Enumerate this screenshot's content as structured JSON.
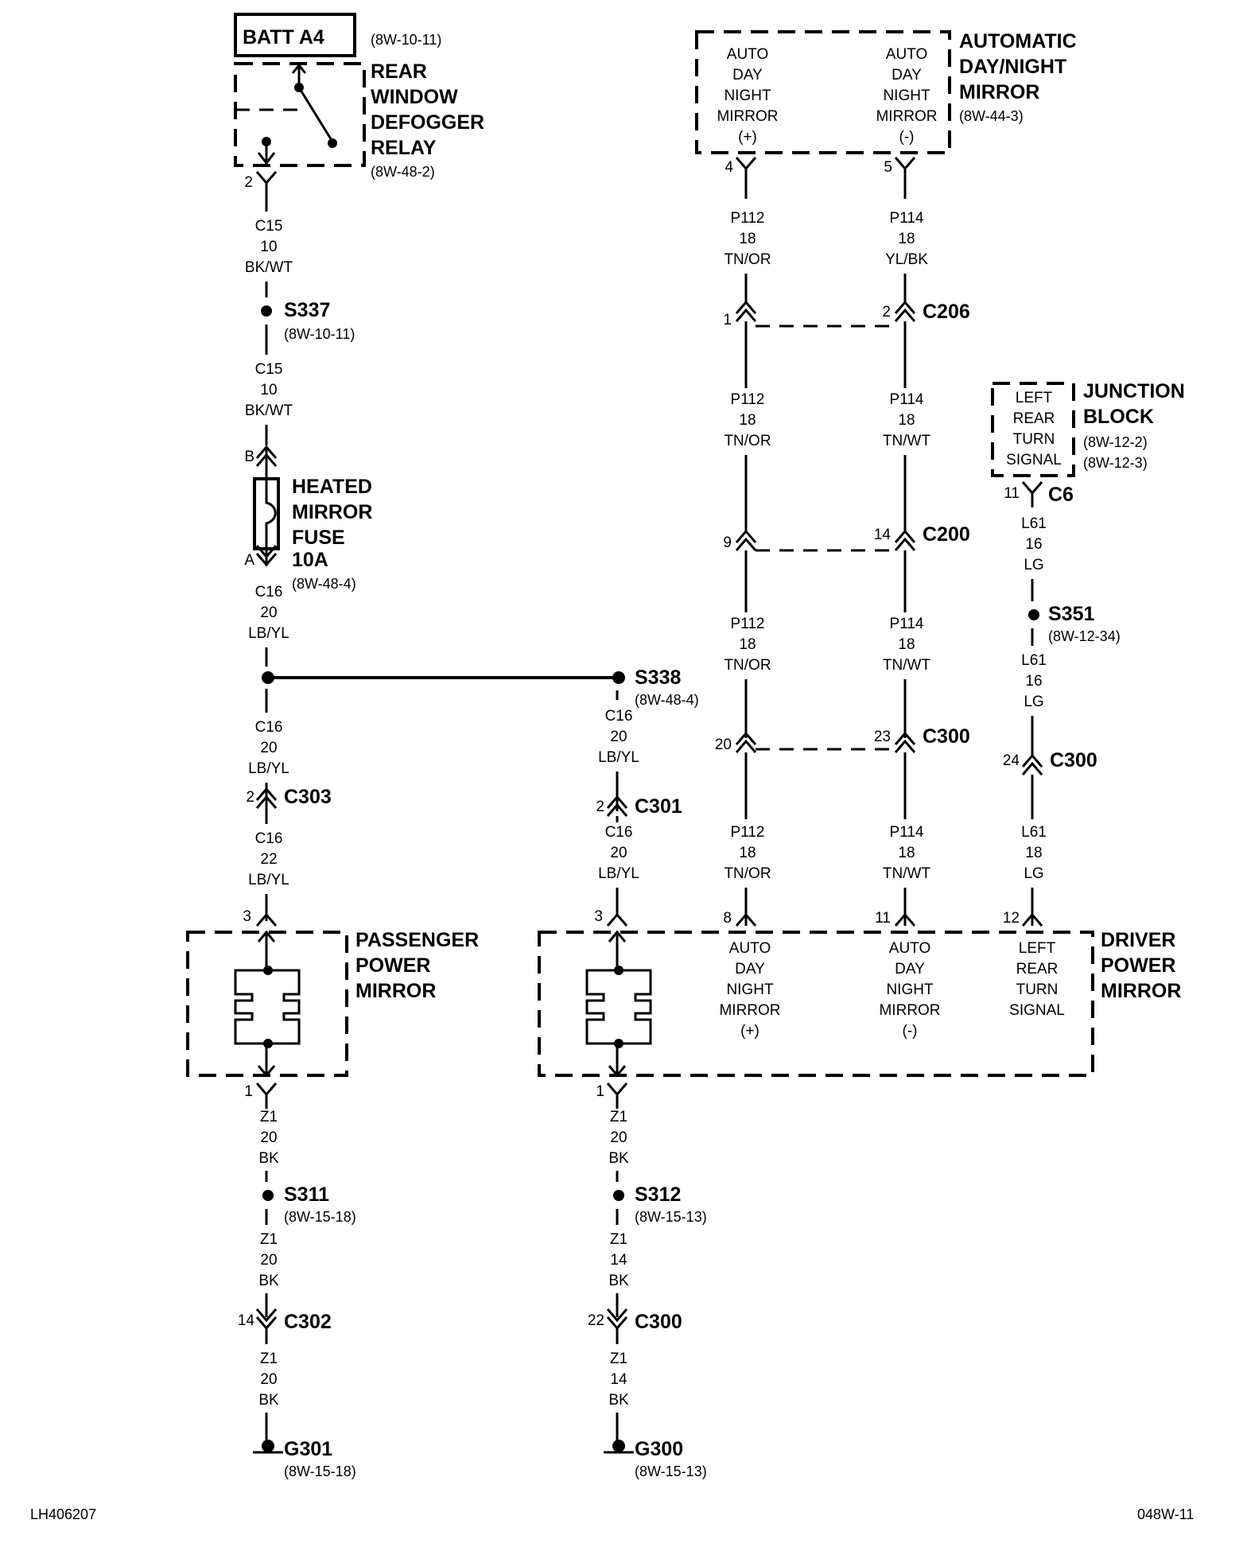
{
  "batt": {
    "label": "BATT A4",
    "ref": "(8W-10-11)"
  },
  "relay": {
    "lines": [
      "REAR",
      "WINDOW",
      "DEFOGGER",
      "RELAY"
    ],
    "ref": "(8W-48-2)",
    "pin": "2"
  },
  "auto_mirror": {
    "lines": [
      "AUTOMATIC",
      "DAY/NIGHT",
      "MIRROR"
    ],
    "ref": "(8W-44-3)",
    "pos_label": [
      "AUTO",
      "DAY",
      "NIGHT",
      "MIRROR",
      "(+)"
    ],
    "neg_label": [
      "AUTO",
      "DAY",
      "NIGHT",
      "MIRROR",
      "(-)"
    ],
    "pin_pos": "4",
    "pin_neg": "5"
  },
  "wires": {
    "c15_a": [
      "C15",
      "10",
      "BK/WT"
    ],
    "c15_b": [
      "C15",
      "10",
      "BK/WT"
    ],
    "c16_a": [
      "C16",
      "20",
      "LB/YL"
    ],
    "c16_b": [
      "C16",
      "20",
      "LB/YL"
    ],
    "c16_c": [
      "C16",
      "22",
      "LB/YL"
    ],
    "c16_d": [
      "C16",
      "20",
      "LB/YL"
    ],
    "c16_e": [
      "C16",
      "20",
      "LB/YL"
    ],
    "p112_a": [
      "P112",
      "18",
      "TN/OR"
    ],
    "p112_b": [
      "P112",
      "18",
      "TN/OR"
    ],
    "p112_c": [
      "P112",
      "18",
      "TN/OR"
    ],
    "p112_d": [
      "P112",
      "18",
      "TN/OR"
    ],
    "p114_a": [
      "P114",
      "18",
      "YL/BK"
    ],
    "p114_b": [
      "P114",
      "18",
      "TN/WT"
    ],
    "p114_c": [
      "P114",
      "18",
      "TN/WT"
    ],
    "p114_d": [
      "P114",
      "18",
      "TN/WT"
    ],
    "l61_a": [
      "L61",
      "16",
      "LG"
    ],
    "l61_b": [
      "L61",
      "16",
      "LG"
    ],
    "l61_c": [
      "L61",
      "18",
      "LG"
    ],
    "z1_a": [
      "Z1",
      "20",
      "BK"
    ],
    "z1_b": [
      "Z1",
      "20",
      "BK"
    ],
    "z1_c": [
      "Z1",
      "20",
      "BK"
    ],
    "z1_d": [
      "Z1",
      "20",
      "BK"
    ],
    "z1_e": [
      "Z1",
      "14",
      "BK"
    ],
    "z1_f": [
      "Z1",
      "14",
      "BK"
    ]
  },
  "splices": {
    "s337": {
      "name": "S337",
      "ref": "(8W-10-11)"
    },
    "s338": {
      "name": "S338",
      "ref": "(8W-48-4)"
    },
    "s351": {
      "name": "S351",
      "ref": "(8W-12-34)"
    },
    "s311": {
      "name": "S311",
      "ref": "(8W-15-18)"
    },
    "s312": {
      "name": "S312",
      "ref": "(8W-15-13)"
    }
  },
  "fuse": {
    "lines": [
      "HEATED",
      "MIRROR",
      "FUSE",
      "10A"
    ],
    "ref": "(8W-48-4)",
    "pin_b": "B",
    "pin_a": "A"
  },
  "connectors": {
    "c206": {
      "name": "C206",
      "pin_l": "1",
      "pin_r": "2"
    },
    "c200": {
      "name": "C200",
      "pin_l": "9",
      "pin_r": "14"
    },
    "c300_top": {
      "name": "C300",
      "pin_l": "20",
      "pin_r": "23"
    },
    "c300_lg": {
      "name": "C300",
      "pin": "24"
    },
    "c303": {
      "name": "C303",
      "pin": "2"
    },
    "c301": {
      "name": "C301",
      "pin": "2"
    },
    "c6": {
      "name": "C6",
      "pin": "11"
    },
    "c302": {
      "name": "C302",
      "pin": "14"
    },
    "c300_gnd": {
      "name": "C300",
      "pin": "22"
    }
  },
  "junction": {
    "lines": [
      "JUNCTION",
      "BLOCK"
    ],
    "refs": [
      "(8W-12-2)",
      "(8W-12-3)"
    ],
    "label": [
      "LEFT",
      "REAR",
      "TURN",
      "SIGNAL"
    ]
  },
  "passenger": {
    "lines": [
      "PASSENGER",
      "POWER",
      "MIRROR"
    ],
    "pin_top": "3",
    "pin_bot": "1"
  },
  "driver": {
    "lines": [
      "DRIVER",
      "POWER",
      "MIRROR"
    ],
    "pin_top": "3",
    "pin_bot": "1",
    "pin_pos": "8",
    "pin_neg": "11",
    "pin_turn": "12",
    "pos_label": [
      "AUTO",
      "DAY",
      "NIGHT",
      "MIRROR",
      "(+)"
    ],
    "neg_label": [
      "AUTO",
      "DAY",
      "NIGHT",
      "MIRROR",
      "(-)"
    ],
    "turn_label": [
      "LEFT",
      "REAR",
      "TURN",
      "SIGNAL"
    ]
  },
  "grounds": {
    "g301": {
      "name": "G301",
      "ref": "(8W-15-18)"
    },
    "g300": {
      "name": "G300",
      "ref": "(8W-15-13)"
    }
  },
  "corners": {
    "left": "LH406207",
    "right": "048W-11"
  }
}
